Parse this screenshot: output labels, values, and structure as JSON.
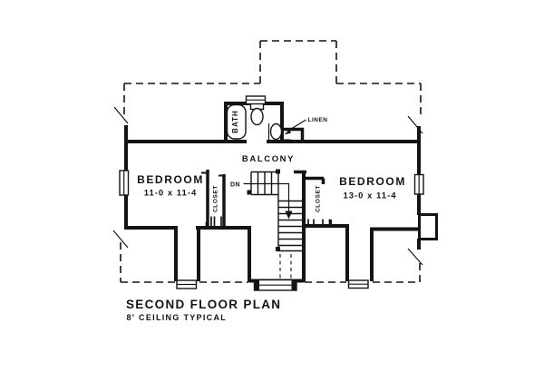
{
  "drawing": {
    "title": "SECOND FLOOR PLAN",
    "subtitle": "8' CEILING TYPICAL"
  },
  "rooms": {
    "bedroom_left": {
      "label": "BEDROOM",
      "dimensions": "11-0 x 11-4"
    },
    "bedroom_right": {
      "label": "BEDROOM",
      "dimensions": "13-0 x 11-4"
    },
    "balcony": {
      "label": "BALCONY"
    },
    "bath": {
      "label": "BATH"
    },
    "linen": {
      "label": "LINEN"
    },
    "closet_left": {
      "label": "CLOSET"
    },
    "closet_right": {
      "label": "CLOSET"
    }
  },
  "stairs": {
    "direction_label": "DN"
  },
  "colors": {
    "ink": "#141414",
    "paper": "#ffffff"
  }
}
